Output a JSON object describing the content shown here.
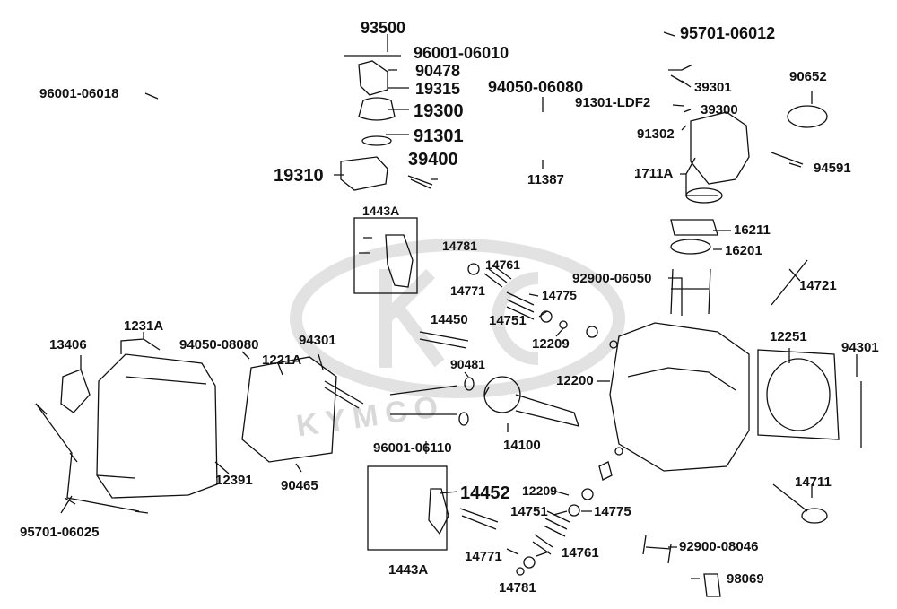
{
  "watermark": "KYMCO",
  "labels": {
    "p93500": "93500",
    "p96001_06010": "96001-06010",
    "p90478": "90478",
    "p19315": "19315",
    "p19300": "19300",
    "p91301": "91301",
    "p19310": "19310",
    "p39400": "39400",
    "p96001_06018": "96001-06018",
    "p94050_06080": "94050-06080",
    "p11387": "11387",
    "p95701_06012": "95701-06012",
    "p39301": "39301",
    "p91301_LDF2": "91301-LDF2",
    "p39300": "39300",
    "p91302": "91302",
    "p90652": "90652",
    "p1711A": "1711A",
    "p94591": "94591",
    "p16211": "16211",
    "p16201": "16201",
    "p1443A_top": "1443A",
    "p14781_top": "14781",
    "p14761_top": "14761",
    "p14771_top": "14771",
    "p14775_top": "14775",
    "p14751_top": "14751",
    "p92900_06050": "92900-06050",
    "p14721": "14721",
    "p14450": "14450",
    "p12209_top": "12209",
    "p13406": "13406",
    "p1231A": "1231A",
    "p94050_08080": "94050-08080",
    "p94301_mid": "94301",
    "p1221A": "1221A",
    "p90481": "90481",
    "p12200": "12200",
    "p12251": "12251",
    "p94301_right": "94301",
    "p96001_06110": "96001-06110",
    "p14100": "14100",
    "p12391": "12391",
    "p90465": "90465",
    "p95701_06025": "95701-06025",
    "p14452": "14452",
    "p12209_bot": "12209",
    "p14751_bot": "14751",
    "p14775_bot": "14775",
    "p14711": "14711",
    "p14771_bot": "14771",
    "p14761_bot": "14761",
    "p92900_08046": "92900-08046",
    "p1443A_bot": "1443A",
    "p14781_bot": "14781",
    "p98069": "98069"
  }
}
